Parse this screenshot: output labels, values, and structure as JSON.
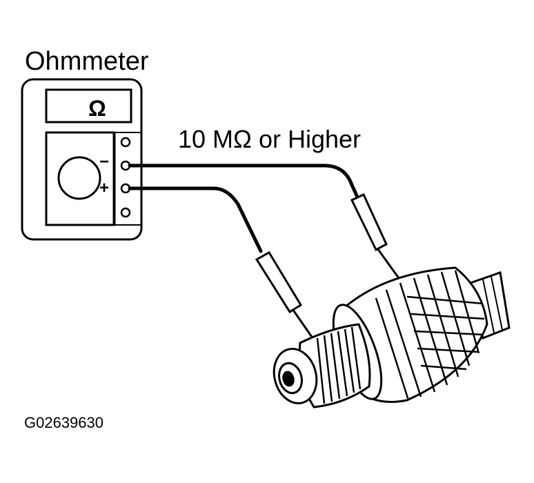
{
  "labels": {
    "meter_title": "Ohmmeter",
    "reading": "10 MΩ or Higher",
    "omega_symbol": "Ω",
    "negative_terminal": "−",
    "positive_terminal": "+",
    "figure_code": "G02639630"
  },
  "icons": [
    "ohmmeter-icon",
    "dial-icon",
    "test-probe-icon",
    "armature-icon"
  ],
  "colors": {
    "ink": "#000000",
    "background": "#ffffff"
  }
}
